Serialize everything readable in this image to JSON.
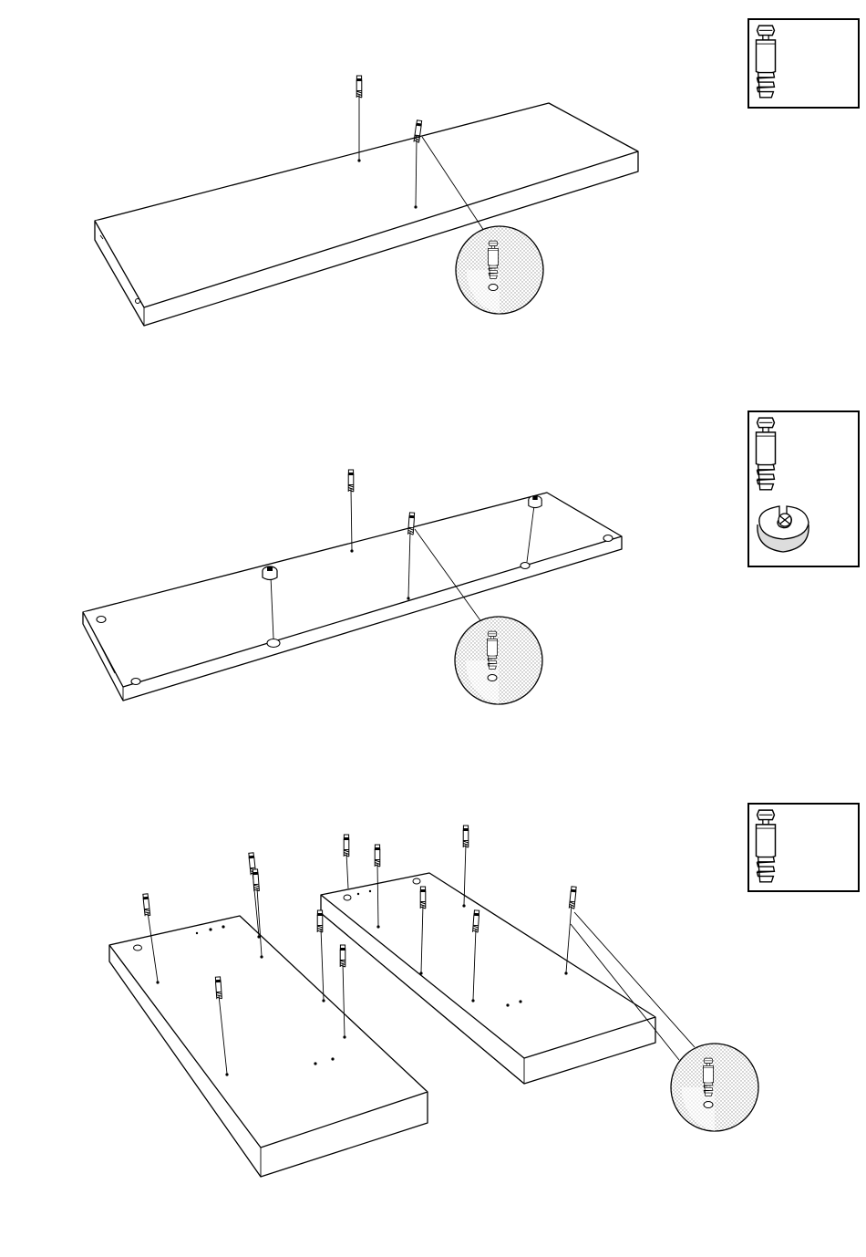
{
  "figure": {
    "steps": [
      {
        "id": 1,
        "board": "long-board",
        "hardware": [
          "dowel-screw-icon"
        ],
        "insert_count": 2
      },
      {
        "id": 2,
        "board": "long-panel-with-cam-holes",
        "hardware": [
          "dowel-screw-icon",
          "cam-lock-icon"
        ],
        "insert_count": 4
      },
      {
        "id": 3,
        "board": "two-panels",
        "hardware": [
          "dowel-screw-icon"
        ],
        "insert_count": 13
      }
    ],
    "colors": {
      "line": "#000000",
      "background": "#ffffff",
      "magnifier_fill": "#d9d9d9"
    }
  }
}
